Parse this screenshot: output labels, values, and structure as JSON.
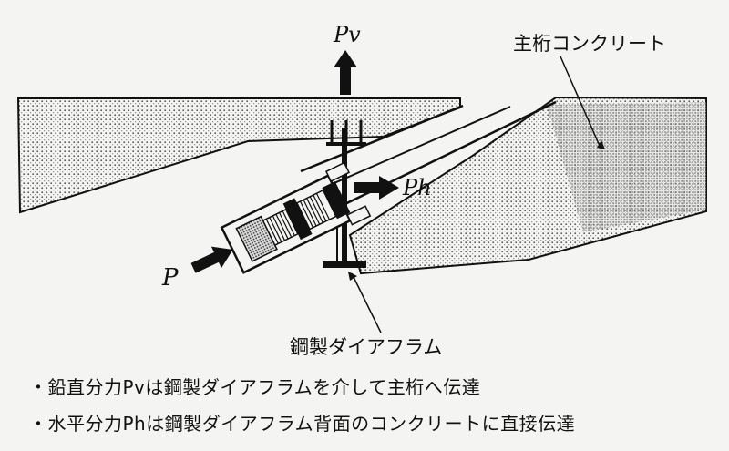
{
  "labels": {
    "pv": "Pv",
    "ph": "Ph",
    "p": "P",
    "main_girder_concrete": "主桁コンクリート",
    "steel_diaphragm": "鋼製ダイアフラム"
  },
  "notes": [
    "・鉛直分力Pvは鋼製ダイアフラムを介して主桁へ伝達",
    "・水平分力Phは鋼製ダイアフラム背面のコンクリートに直接伝達"
  ],
  "colors": {
    "ink": "#111111",
    "paper": "#f4f4f2",
    "stipple": "#555555"
  }
}
